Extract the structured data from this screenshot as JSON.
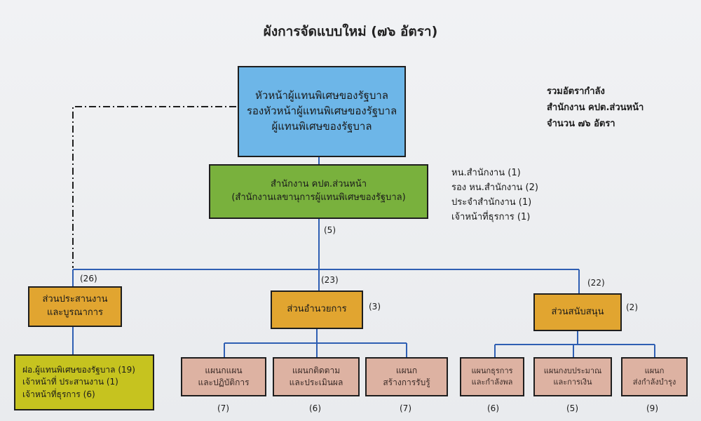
{
  "title": "ผังการจัดแบบใหม่ (๗๖ อัตรา)",
  "summary": [
    "รวมอัตรากำลัง",
    "สำนักงาน คปต.ส่วนหน้า",
    "จำนวน ๗๖ อัตรา"
  ],
  "head": {
    "lines": [
      "หัวหน้าผู้แทนพิเศษของรัฐบาล",
      "รองหัวหน้าผู้แทนพิเศษของรัฐบาล",
      "ผู้แทนพิเศษของรัฐบาล"
    ]
  },
  "office": {
    "lines": [
      "สำนักงาน คปต.ส่วนหน้า",
      "(สำนักงานเลขานุการผู้แทนพิเศษของรัฐบาล)"
    ],
    "count": "(5)",
    "staff": [
      "หน.สำนักงาน (1)",
      "รอง หน.สำนักงาน (2)",
      "ประจำสำนักงาน (1)",
      "เจ้าหน้าที่ธุรการ (1)"
    ]
  },
  "divisions": [
    {
      "lines": [
        "ส่วนประสานงาน",
        "และบูรณาการ"
      ],
      "total": "(26)",
      "units": [
        {
          "lines": [
            "ฝอ.ผู้แทนพิเศษของรัฐบาล (19)",
            "เจ้าหน้าที่ ประสานงาน (1)",
            "เจ้าหน้าที่ธุรการ (6)"
          ]
        }
      ]
    },
    {
      "lines": [
        "ส่วนอำนวยการ"
      ],
      "total": "(23)",
      "self_count": "(3)",
      "units": [
        {
          "lines": [
            "แผนกแผน",
            "และปฏิบัติการ"
          ],
          "count": "(7)"
        },
        {
          "lines": [
            "แผนกติดตาม",
            "และประเมินผล"
          ],
          "count": "(6)"
        },
        {
          "lines": [
            "แผนก",
            "สร้างการรับรู้"
          ],
          "count": "(7)"
        }
      ]
    },
    {
      "lines": [
        "ส่วนสนับสนุน"
      ],
      "total": "(22)",
      "self_count": "(2)",
      "units": [
        {
          "lines": [
            "แผนกธุรการ",
            "และกำลังพล"
          ],
          "count": "(6)"
        },
        {
          "lines": [
            "แผนกงบประมาณ",
            "และการเงิน"
          ],
          "count": "(5)"
        },
        {
          "lines": [
            "แผนก",
            "ส่งกำลังบำรุง"
          ],
          "count": "(9)"
        }
      ]
    }
  ],
  "colors": {
    "head": "#6db6e8",
    "office": "#79b13d",
    "division": "#e1a530",
    "coordination_unit": "#c6c31f",
    "unit": "#ddb2a2",
    "connector": "#2f5fb3"
  }
}
